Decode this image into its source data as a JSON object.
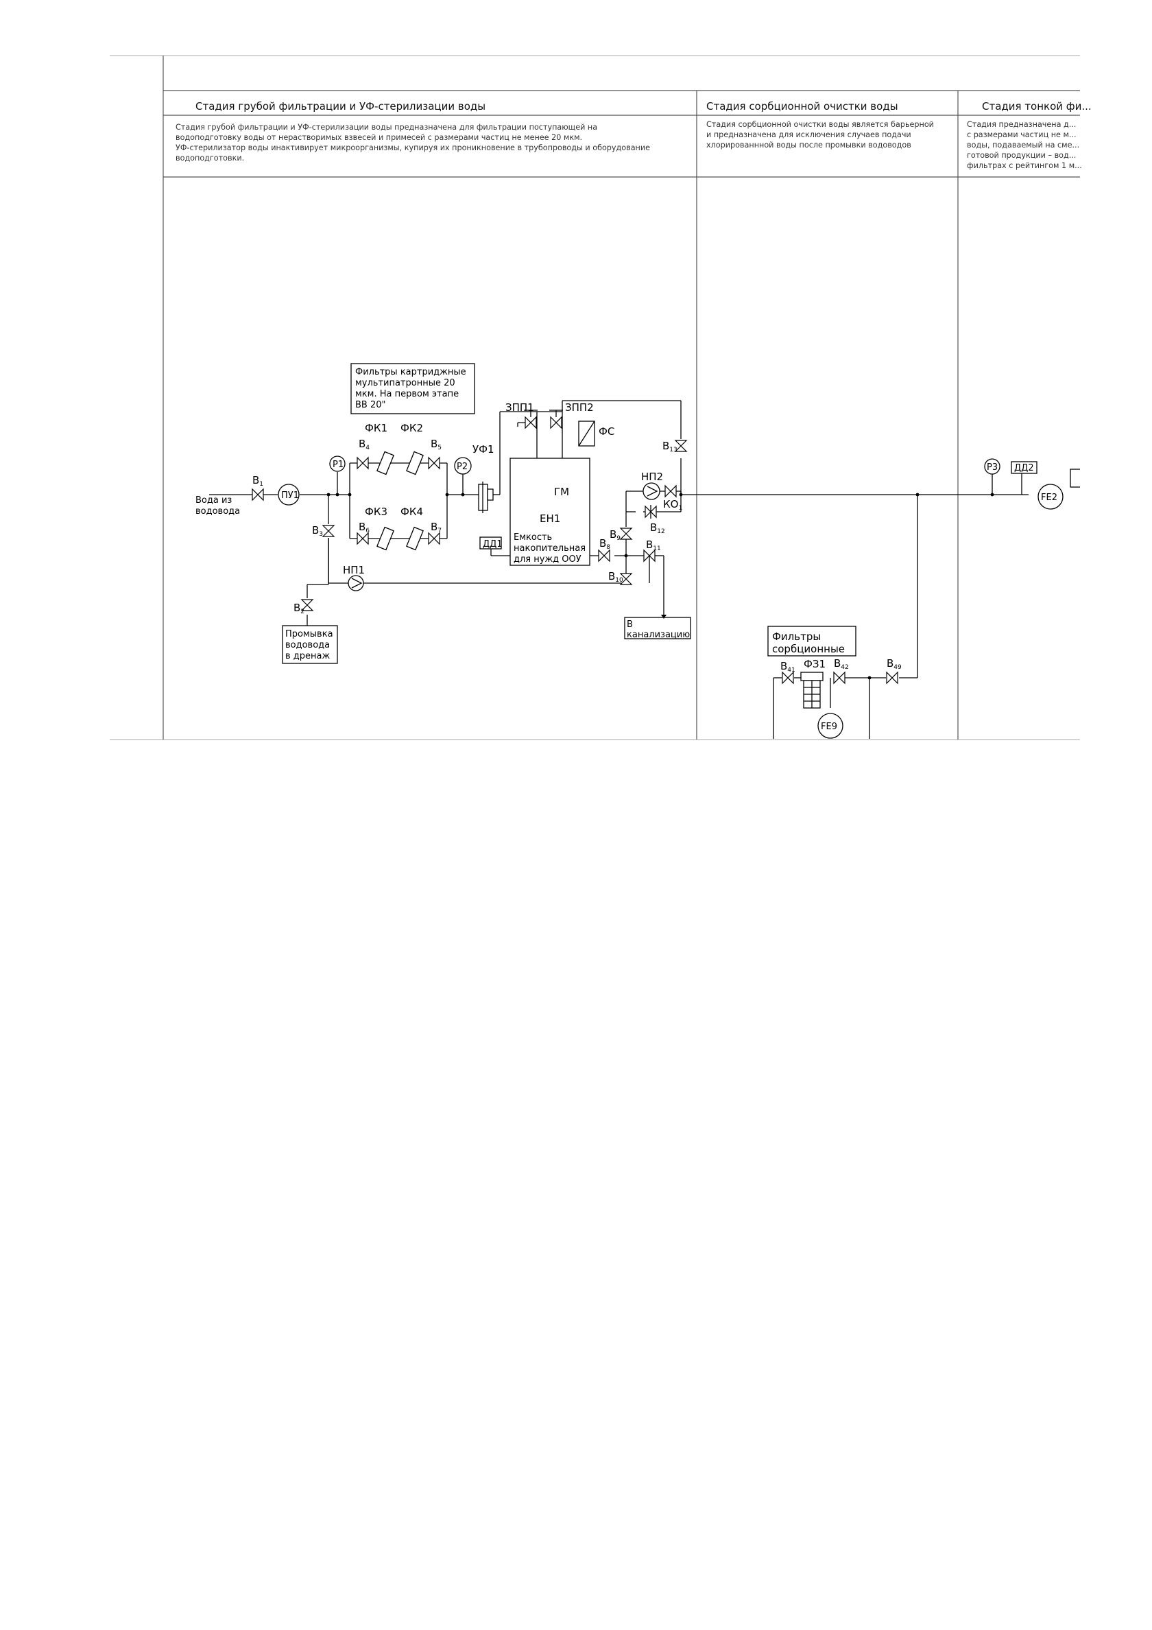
{
  "headers": {
    "stage1": "Стадия грубой фильтрации и УФ-стерилизации воды",
    "stage2": "Стадия сорбционной очистки воды",
    "stage3": "Стадия тонкой фи..."
  },
  "descriptions": {
    "stage1": [
      "Стадия грубой фильтрации и УФ-стерилизации воды предназначена для  фильтрации поступающей на",
      "водоподготовку воды от нерастворимых взвесей и примесей с размерами частиц не менее 20 мкм.",
      "УФ-стерилизатор воды инактивирует микроорганизмы, купируя их проникновение в трубопроводы и оборудование",
      "водоподготовки."
    ],
    "stage2": [
      "Стадия сорбционной очистки воды является барьерной",
      "и предназначена для исключения случаев подачи",
      "хлорированнной воды после промывки водоводов"
    ],
    "stage3": [
      "Стадия  предназначена д...",
      "с размерами частиц не м...",
      "воды, подаваемый на сме...",
      "готовой продукции – вод...",
      "фильтрах с рейтингом 1 м..."
    ]
  },
  "notes": {
    "cartridge_filters": [
      "Фильтры  картриджные",
      "мультипатронные  20",
      "мкм.  На  первом  этапе",
      "ВВ  20\""
    ],
    "inlet": [
      "Вода  из",
      "водовода"
    ],
    "drain_flush": [
      "Промывка",
      "водовода",
      "в  дренаж"
    ],
    "sewer": [
      "В",
      "канализацию"
    ],
    "sorption_filters": [
      "Фильтры",
      "сорбционные"
    ],
    "tank": [
      "Емкость",
      "накопительная",
      "для  нужд  ООУ"
    ]
  },
  "labels": {
    "pu1": "ПУ1",
    "p1": "Р1",
    "p2": "Р2",
    "p3": "Р3",
    "fk1": "ФК1",
    "fk2": "ФК2",
    "fk3": "ФК3",
    "fk4": "ФК4",
    "uf1": "УФ1",
    "zpp1": "ЗПП1",
    "zpp2": "ЗПП2",
    "fs": "ФС",
    "gm": "ГМ",
    "en1": "ЕН1",
    "dd1": "ДД1",
    "dd2": "ДД2",
    "np1": "НП1",
    "np2": "НП2",
    "ko": "КО",
    "ko_sub": "1",
    "fe2": "FE2",
    "fe9": "FE9",
    "fz1": "ФЗ1",
    "v": "В",
    "v1": "1",
    "v2": "2",
    "v3": "3",
    "v4": "4",
    "v5": "5",
    "v6": "6",
    "v7": "7",
    "v8": "8",
    "v9": "9",
    "v10": "10",
    "v11": "11",
    "v12": "12",
    "v13": "13",
    "v41": "41",
    "v42": "42",
    "v49": "49"
  }
}
